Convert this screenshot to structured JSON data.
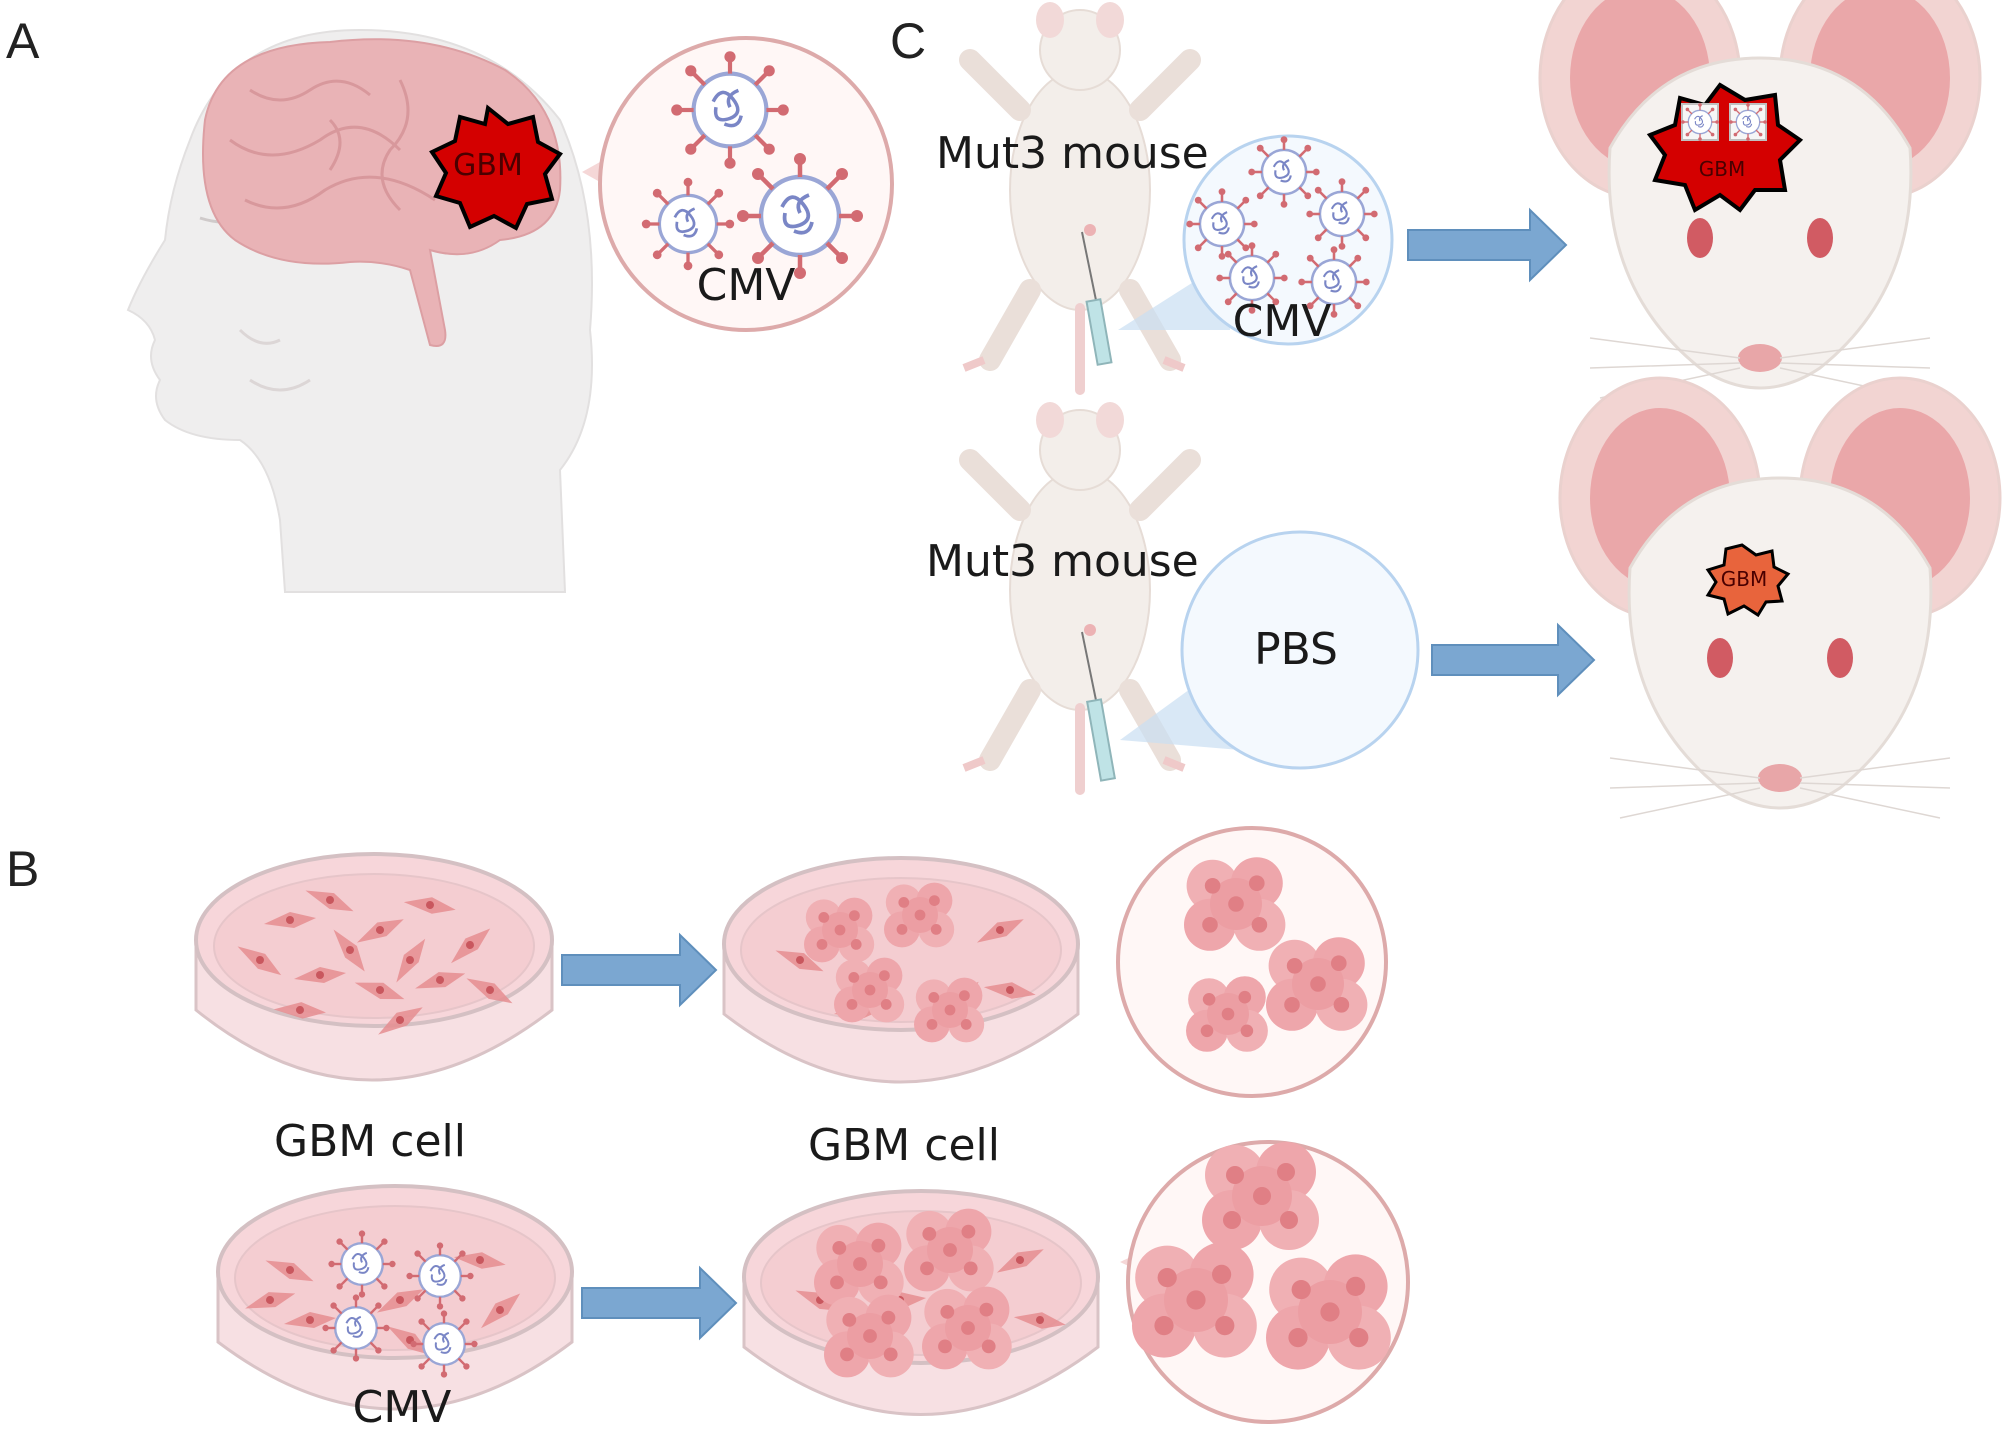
{
  "panels": {
    "a": {
      "letter": "A",
      "tumor_label": "GBM",
      "virus_label": "CMV"
    },
    "b": {
      "letter": "B",
      "top_dish_label": "GBM cell",
      "top_result_label": "GBM cell",
      "bottom_dish_label": "CMV"
    },
    "c": {
      "letter": "C",
      "top_mouse_label": "Mut3 mouse",
      "top_injection_label": "CMV",
      "top_tumor_label": "GBM",
      "bottom_mouse_label": "Mut3 mouse",
      "bottom_injection_label": "PBS",
      "bottom_tumor_label": "GBM"
    }
  },
  "colors": {
    "tumor_large": "#d40000",
    "tumor_small": "#e8643c",
    "arrow": "#7ba7d1",
    "brain": "#e9b3b6",
    "dish_medium": "#f7d6da",
    "cell": "#e58d91"
  }
}
